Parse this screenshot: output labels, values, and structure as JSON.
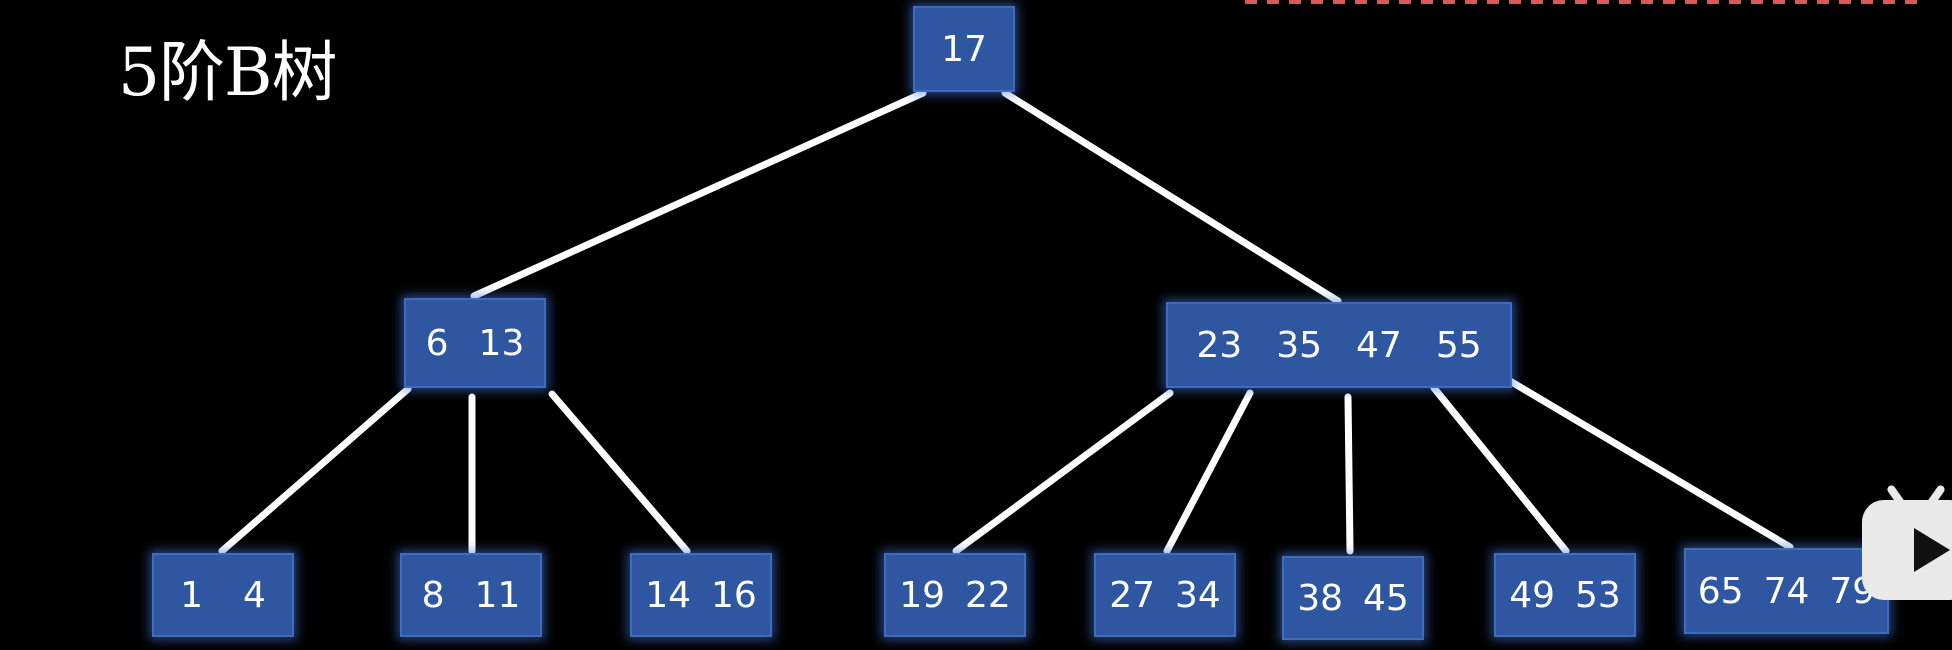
{
  "title": "5阶B树",
  "colors": {
    "background": "#000000",
    "node_fill": "#2f56a0",
    "node_glow": "#4678dc",
    "edge": "#ffffff"
  },
  "tree": {
    "root": {
      "keys": [
        "17"
      ]
    },
    "internal": [
      {
        "keys": [
          "6",
          "13"
        ]
      },
      {
        "keys": [
          "23",
          "35",
          "47",
          "55"
        ]
      }
    ],
    "leaves": [
      {
        "keys": [
          "1",
          "4"
        ]
      },
      {
        "keys": [
          "8",
          "11"
        ]
      },
      {
        "keys": [
          "14",
          "16"
        ]
      },
      {
        "keys": [
          "19",
          "22"
        ]
      },
      {
        "keys": [
          "27",
          "34"
        ]
      },
      {
        "keys": [
          "38",
          "45"
        ]
      },
      {
        "keys": [
          "49",
          "53"
        ]
      },
      {
        "keys": [
          "65",
          "74",
          "79"
        ]
      }
    ]
  },
  "overlay_icon": "bilibili-play-icon"
}
